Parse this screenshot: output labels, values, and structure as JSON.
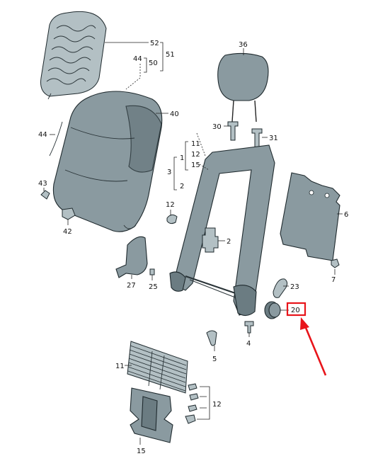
{
  "diagram": {
    "labels": {
      "l52": "52",
      "l51": "51",
      "l44a": "44",
      "l50": "50",
      "l40": "40",
      "l44b": "44",
      "l43": "43",
      "l42": "42",
      "l36": "36",
      "l30": "30",
      "l31": "31",
      "l11a": "11",
      "l12a": "12",
      "l15a": "15",
      "l1": "1",
      "l3": "3",
      "l2a": "2",
      "l12b": "12",
      "l2b": "2",
      "l6": "6",
      "l27": "27",
      "l25": "25",
      "l7": "7",
      "l23": "23",
      "l20": "20",
      "l4": "4",
      "l5": "5",
      "l11b": "11",
      "l12c": "12",
      "l15b": "15"
    },
    "highlight_part": "20",
    "colors": {
      "part": "#8a9aa0",
      "highlight": "#e8141a"
    }
  }
}
